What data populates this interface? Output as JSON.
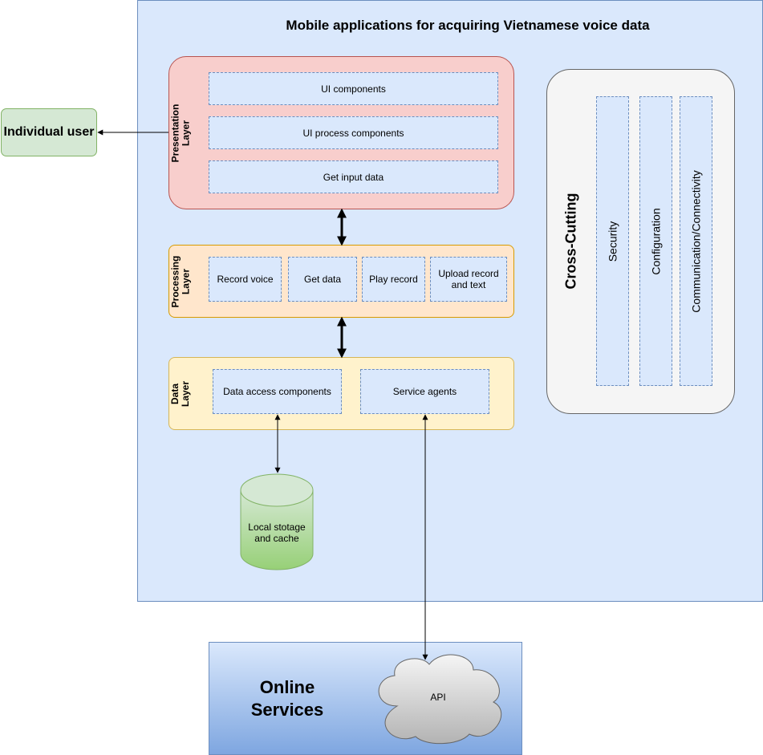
{
  "title": "Mobile applications for acquiring Vietnamese voice data",
  "actor": {
    "label": "Individual user"
  },
  "presentation_layer": {
    "label": "Presentation Layer",
    "components": [
      "UI components",
      "UI process components",
      "Get input data"
    ]
  },
  "processing_layer": {
    "label": "Processing Layer",
    "components": [
      "Record voice",
      "Get data",
      "Play record",
      "Upload record and text"
    ]
  },
  "data_layer": {
    "label": "Data Layer",
    "components": [
      "Data access components",
      "Service agents"
    ]
  },
  "cross_cutting": {
    "title": "Cross-Cutting",
    "items": [
      "Security",
      "Configuration",
      "Communication/Connectivity"
    ]
  },
  "storage": {
    "label": "Local stotage and cache"
  },
  "online_services": {
    "label": "Online Services",
    "api_label": "API"
  },
  "colors": {
    "frame_fill": "#dae8fc",
    "frame_stroke": "#6c8ebf",
    "presentation_fill": "#f8cecc",
    "processing_fill": "#ffe6cc",
    "data_fill": "#fff2cc",
    "actor_fill": "#d5e8d4",
    "storage_fill": "#97d077",
    "cloud_fill": "#e6e6e6"
  }
}
